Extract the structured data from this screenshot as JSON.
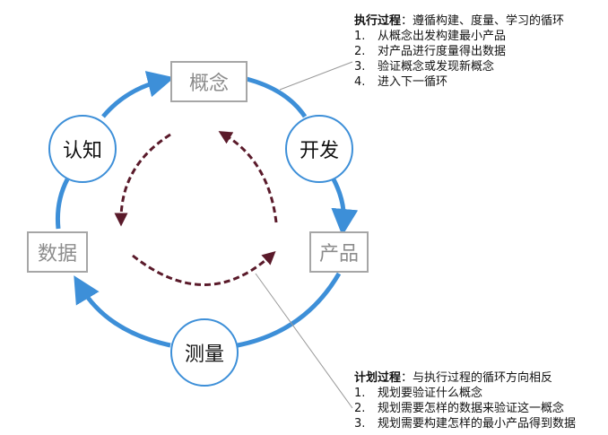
{
  "boxes": {
    "concept": "概念",
    "product": "产品",
    "data": "数据"
  },
  "nodes": {
    "learn": "认知",
    "develop": "开发",
    "measure": "测量"
  },
  "execution": {
    "title_bold": "执行过程",
    "title_rest": "：遵循构建、度量、学习的循环",
    "items": [
      {
        "n": "1.",
        "t": "从概念出发构建最小产品"
      },
      {
        "n": "2.",
        "t": "对产品进行度量得出数据"
      },
      {
        "n": "3.",
        "t": "验证概念或发现新概念"
      },
      {
        "n": "4.",
        "t": "进入下一循环"
      }
    ]
  },
  "planning": {
    "title_bold": "计划过程",
    "title_rest": "：与执行过程的循环方向相反",
    "items": [
      {
        "n": "1.",
        "t": "规划要验证什么概念"
      },
      {
        "n": "2.",
        "t": "规划需要怎样的数据来验证这一概念"
      },
      {
        "n": "3.",
        "t": "规划需要构建怎样的最小产品得到数据"
      }
    ]
  },
  "colors": {
    "cycle": "#3d8fd8",
    "reverse": "#5a1a2a",
    "box_border": "#a6a6a6"
  }
}
